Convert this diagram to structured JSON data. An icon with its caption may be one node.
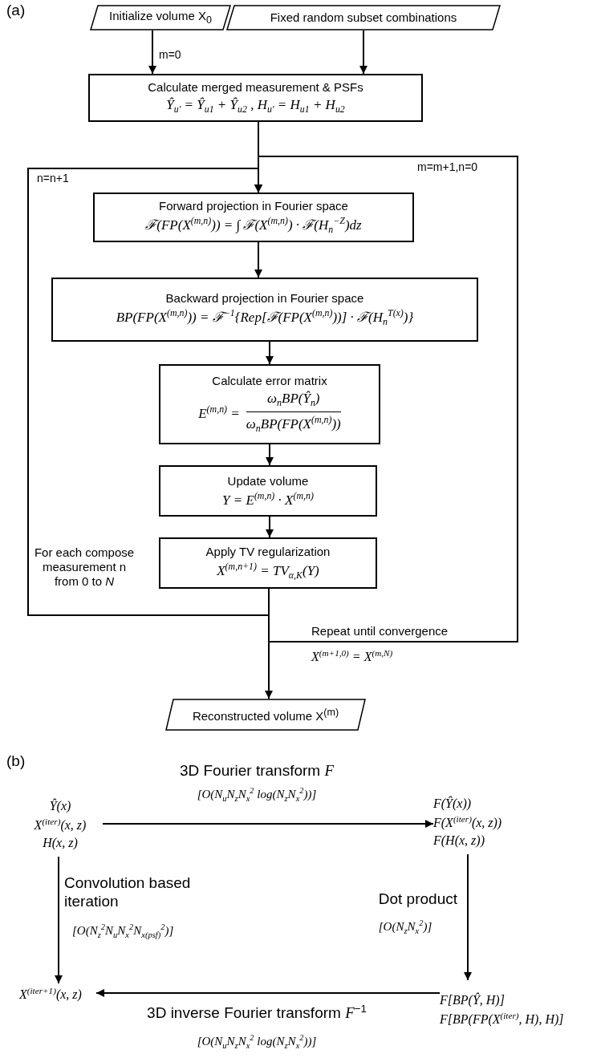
{
  "diagram": {
    "nodes": [
      {
        "text": [
          "Initialize volume X$_{0}$"
        ]
      },
      {
        "text": [
          "Fixed random subset combinations"
        ]
      },
      {
        "text": [
          "Calculate merged measurement & PSFs",
          "Ŷ$_{u′}$ = Ŷ$_{u1}$ + Ŷ$_{u2}$ , H$_{u′}$ = H$_{u1}$ + H$_{u2}$"
        ]
      },
      {
        "text": [
          "Forward projection in Fourier space",
          "ℱ(FP(X$^{(m,n)}$)) = ∫ ℱ(X$^{(m,n)}$) · ℱ(H$_{n}$$^{−Z}$)dz"
        ]
      },
      {
        "text": [
          "Backward projection in Fourier space",
          "BP(FP(X$^{(m,n)}$)) = ℱ$^{−1}${Rep[ℱ(FP(X$^{(m,n)}$))] · ℱ(H$_{n}$$^{T(x)}$)}"
        ]
      },
      {
        "text": [
          "Calculate error matrix",
          "E$^{(m,n)}$ =",
          "ω$_{n}$BP(Ŷ$_{n}$)",
          "ω$_{n}$BP(FP(X$^{(m,n)}$))"
        ]
      },
      {
        "text": [
          "Update volume",
          "Y = E$^{(m,n)}$ · X$^{(m,n)}$"
        ]
      },
      {
        "text": [
          "Apply TV regularization",
          "X$^{(m,n+1)}$ = TV$_{α,K}$(Y)"
        ]
      },
      {
        "text": [
          "Reconstructed volume X$^{(m)}$"
        ]
      },
      {
        "text": [
          "Ŷ(x)",
          "X$^{(iter)}$(x, z)",
          "H(x, z)"
        ]
      },
      {
        "text": [
          "F(Ŷ(x))",
          "F(X$^{(iter)}$(x, z))",
          "F(H(x, z))"
        ]
      },
      {
        "text": [
          "F[BP(Ŷ, H)]",
          "F[BP(FP(X$^{(iter)}$, H), H)]"
        ]
      },
      {
        "text": [
          "X$^{(iter+1)}$(x, z)"
        ]
      }
    ],
    "edges": [
      {
        "from": 0,
        "to": 2,
        "arrow": "to",
        "label": "m=0"
      },
      {
        "from": 1,
        "to": 2,
        "arrow": "to"
      },
      {
        "from": 2,
        "to": 3,
        "arrow": "to"
      },
      {
        "from": 3,
        "to": 4,
        "arrow": "to"
      },
      {
        "from": 4,
        "to": 5,
        "arrow": "to"
      },
      {
        "from": 5,
        "to": 6,
        "arrow": "to"
      },
      {
        "from": 6,
        "to": 7,
        "arrow": "to"
      },
      {
        "from": 7,
        "to": 3,
        "arrow": "to",
        "label": "n=n+1"
      },
      {
        "from": 7,
        "to": 3,
        "arrow": "to",
        "label": "m=m+1,n=0"
      },
      {
        "from": 7,
        "to": 8,
        "arrow": "to"
      },
      {
        "from": 9,
        "to": 10,
        "arrow": "to",
        "label": "3D Fourier transform *F*"
      },
      {
        "from": 9,
        "to": 12,
        "arrow": "to",
        "label": "Convolution based iteration"
      },
      {
        "from": 10,
        "to": 11,
        "arrow": "to",
        "label": "Dot product"
      },
      {
        "from": 11,
        "to": 12,
        "arrow": "to",
        "label": "3D inverse Fourier transform *F*$^{−1}$"
      }
    ],
    "labels": [
      "(a)",
      "For each compose measurement n from 0 to *N*",
      "Repeat until convergence",
      "X$^{(m+1,0)}$ = X$^{(m,N)}$",
      "(b)",
      "[O(N$_{u}$N$_{z}$N$_{x}$$^{2}$ log(N$_{z}$N$_{x}$$^{2}$))]",
      "[O(N$_{z}$$^{2}$N$_{u}$N$_{x}$$^{2}$N$_{x(psf)}$$^{2}$)]",
      "[O(N$_{z}$N$_{x}$$^{2}$)]",
      "[O(N$_{u}$N$_{z}$N$_{x}$$^{2}$ log(N$_{z}$N$_{x}$$^{2}$))]"
    ]
  }
}
